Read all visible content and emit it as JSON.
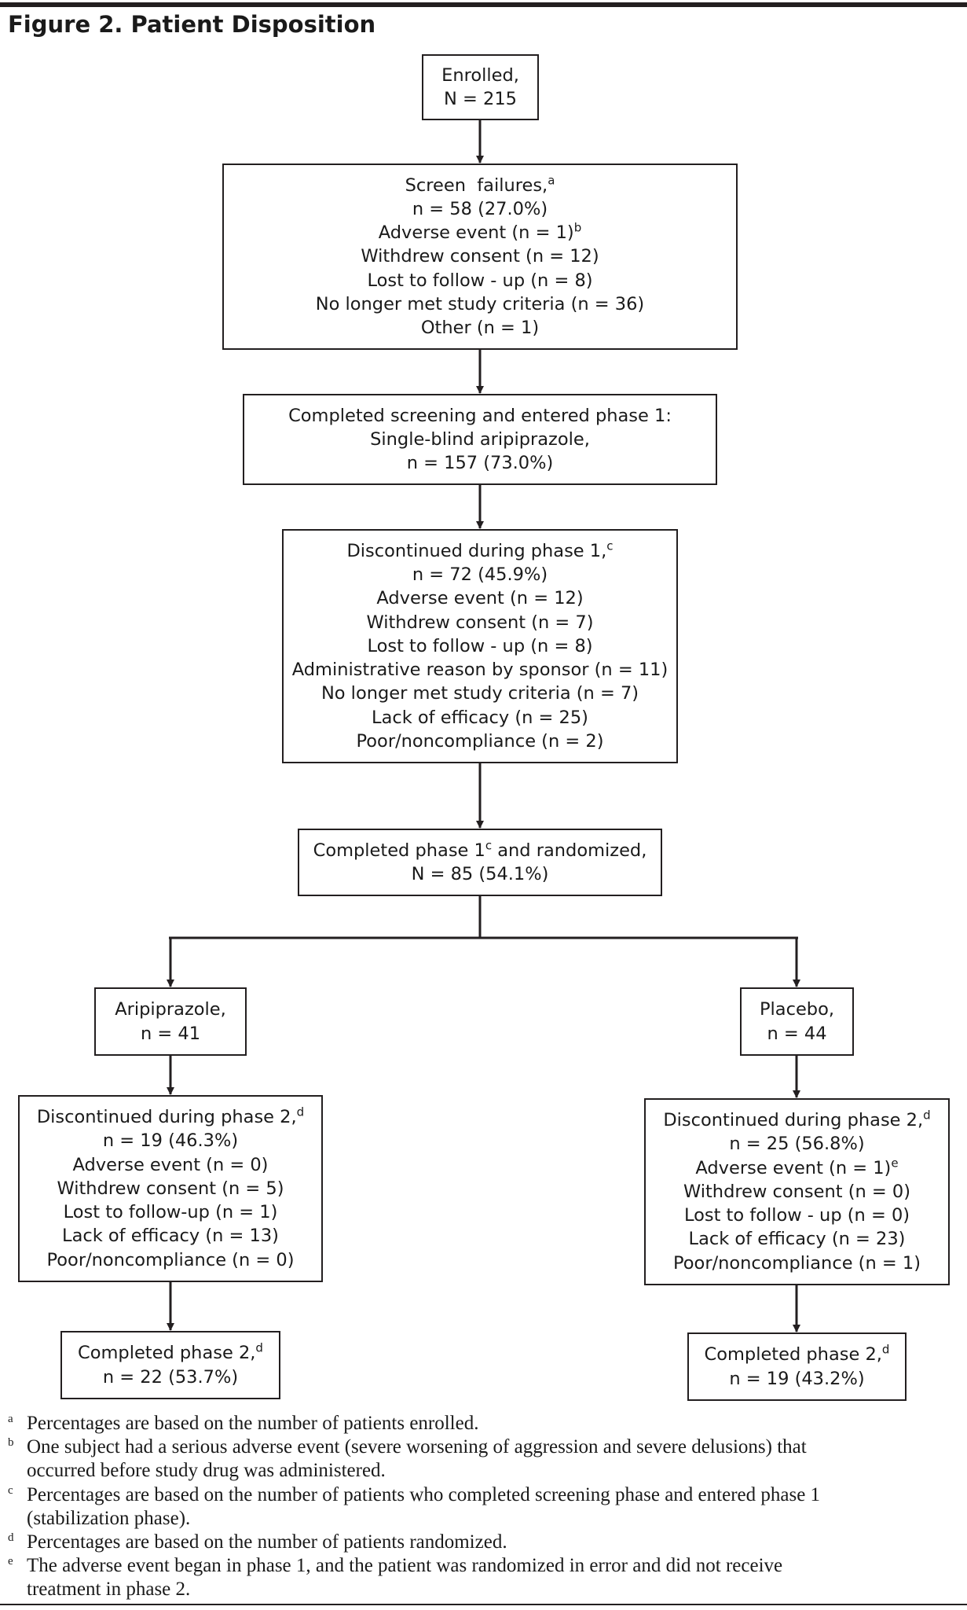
{
  "figure_title": "Figure 2. Patient Disposition",
  "enrolled": {
    "lines": [
      "Enrolled,",
      "N = 215"
    ]
  },
  "screen_failures": {
    "title": "Screen  failures,",
    "title_sup": "a",
    "count": "n = 58 (27.0%)",
    "adverse_event": "Adverse event (n = 1)",
    "adverse_event_sup": "b",
    "items": [
      "Withdrew consent (n = 12)",
      "Lost to follow - up (n = 8)",
      "No longer met study criteria (n = 36)",
      "Other (n = 1)"
    ]
  },
  "phase1_entered": {
    "lines": [
      "Completed screening and entered phase 1:",
      "Single-blind aripiprazole,",
      "n = 157 (73.0%)"
    ]
  },
  "phase1_discontinued": {
    "title": "Discontinued during phase 1,",
    "title_sup": "c",
    "count": "n = 72 (45.9%)",
    "items": [
      "Adverse event (n = 12)",
      "Withdrew consent (n = 7)",
      "Lost to follow - up (n = 8)",
      "Administrative reason by sponsor (n = 11)",
      "No longer met study criteria (n = 7)",
      "Lack of efficacy (n = 25)",
      "Poor/noncompliance (n = 2)"
    ]
  },
  "randomized": {
    "pre": "Completed phase 1",
    "sup": "c",
    "post": " and randomized,",
    "count": "N = 85 (54.1%)"
  },
  "aripiprazole": {
    "lines": [
      "Aripiprazole,",
      "n = 41"
    ]
  },
  "placebo": {
    "lines": [
      "Placebo,",
      "n = 44"
    ]
  },
  "arip_discontinued": {
    "title": "Discontinued during phase 2,",
    "title_sup": "d",
    "count": "n = 19 (46.3%)",
    "items": [
      "Adverse event (n = 0)",
      "Withdrew consent (n = 5)",
      "Lost to follow-up (n = 1)",
      "Lack of efficacy (n = 13)",
      "Poor/noncompliance (n = 0)"
    ]
  },
  "placebo_discontinued": {
    "title": "Discontinued during phase 2,",
    "title_sup": "d",
    "count": "n = 25 (56.8%)",
    "adverse_event": "Adverse event (n = 1)",
    "adverse_event_sup": "e",
    "items": [
      "Withdrew consent (n = 0)",
      "Lost to follow - up (n = 0)",
      "Lack of efficacy (n = 23)",
      "Poor/noncompliance (n = 1)"
    ]
  },
  "arip_completed": {
    "title": "Completed phase 2,",
    "title_sup": "d",
    "count": "n = 22 (53.7%)"
  },
  "placebo_completed": {
    "title": "Completed phase 2,",
    "title_sup": "d",
    "count": "n = 19 (43.2%)"
  },
  "footnotes": [
    {
      "mark": "a",
      "lines": [
        "Percentages are based on the number of patients enrolled."
      ]
    },
    {
      "mark": "b",
      "lines": [
        "One subject had a serious adverse event (severe worsening of aggression and severe delusions) that",
        "occurred before study drug was administered."
      ]
    },
    {
      "mark": "c",
      "lines": [
        "Percentages are based on the number of patients who completed screening phase and entered phase 1",
        "(stabilization phase)."
      ]
    },
    {
      "mark": "d",
      "lines": [
        "Percentages are based on the number of patients randomized."
      ]
    },
    {
      "mark": "e",
      "lines": [
        "The adverse event began in phase 1, and the patient was randomized in error and did not receive",
        "treatment in phase 2."
      ]
    }
  ],
  "colors": {
    "ink": "#231f20",
    "text": "#1a1a1a",
    "background": "#ffffff"
  }
}
